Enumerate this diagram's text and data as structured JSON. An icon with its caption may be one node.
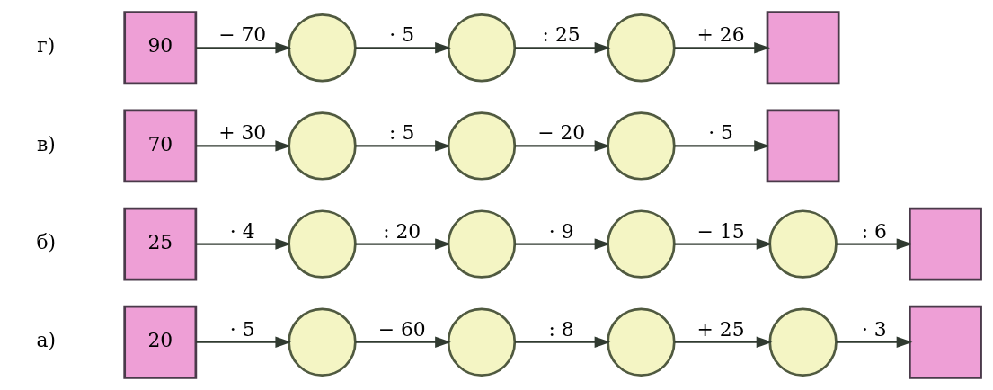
{
  "diagram": {
    "nodes": [
      {
        "text": [
          "20"
        ]
      },
      {
        "text": [],
        "shape": "circle"
      },
      {
        "text": [],
        "shape": "circle"
      },
      {
        "text": [],
        "shape": "circle"
      },
      {
        "text": [],
        "shape": "circle"
      },
      {
        "text": [],
        "shape": "box"
      },
      {
        "text": [
          "25"
        ]
      },
      {
        "text": [],
        "shape": "circle"
      },
      {
        "text": [],
        "shape": "circle"
      },
      {
        "text": [],
        "shape": "circle"
      },
      {
        "text": [],
        "shape": "circle"
      },
      {
        "text": [],
        "shape": "box"
      },
      {
        "text": [
          "70"
        ]
      },
      {
        "text": [],
        "shape": "circle"
      },
      {
        "text": [],
        "shape": "circle"
      },
      {
        "text": [],
        "shape": "circle"
      },
      {
        "text": [],
        "shape": "box"
      },
      {
        "text": [
          "90"
        ]
      },
      {
        "text": [],
        "shape": "circle"
      },
      {
        "text": [],
        "shape": "circle"
      },
      {
        "text": [],
        "shape": "circle"
      },
      {
        "text": [],
        "shape": "box"
      }
    ],
    "edges": [
      {
        "from": 0,
        "to": 1,
        "arrow": "to",
        "label": "· 5"
      },
      {
        "from": 1,
        "to": 2,
        "arrow": "to",
        "label": "− 60"
      },
      {
        "from": 2,
        "to": 3,
        "arrow": "to",
        "label": ": 8"
      },
      {
        "from": 3,
        "to": 4,
        "arrow": "to",
        "label": "+ 25"
      },
      {
        "from": 4,
        "to": 5,
        "arrow": "to",
        "label": "· 3"
      },
      {
        "from": 6,
        "to": 7,
        "arrow": "to",
        "label": "· 4"
      },
      {
        "from": 7,
        "to": 8,
        "arrow": "to",
        "label": ": 20"
      },
      {
        "from": 8,
        "to": 9,
        "arrow": "to",
        "label": "· 9"
      },
      {
        "from": 9,
        "to": 10,
        "arrow": "to",
        "label": "− 15"
      },
      {
        "from": 10,
        "to": 11,
        "arrow": "to",
        "label": ": 6"
      },
      {
        "from": 12,
        "to": 13,
        "arrow": "to",
        "label": "+ 30"
      },
      {
        "from": 13,
        "to": 14,
        "arrow": "to",
        "label": ": 5"
      },
      {
        "from": 14,
        "to": 15,
        "arrow": "to",
        "label": "− 20"
      },
      {
        "from": 15,
        "to": 16,
        "arrow": "to",
        "label": "· 5"
      },
      {
        "from": 17,
        "to": 18,
        "arrow": "to",
        "label": "− 70"
      },
      {
        "from": 18,
        "to": 19,
        "arrow": "to",
        "label": "· 5"
      },
      {
        "from": 19,
        "to": 20,
        "arrow": "to",
        "label": ": 25"
      },
      {
        "from": 20,
        "to": 21,
        "arrow": "to",
        "label": "+ 26"
      }
    ],
    "labels": [
      "а)",
      "б)",
      "в)",
      "г)"
    ]
  }
}
